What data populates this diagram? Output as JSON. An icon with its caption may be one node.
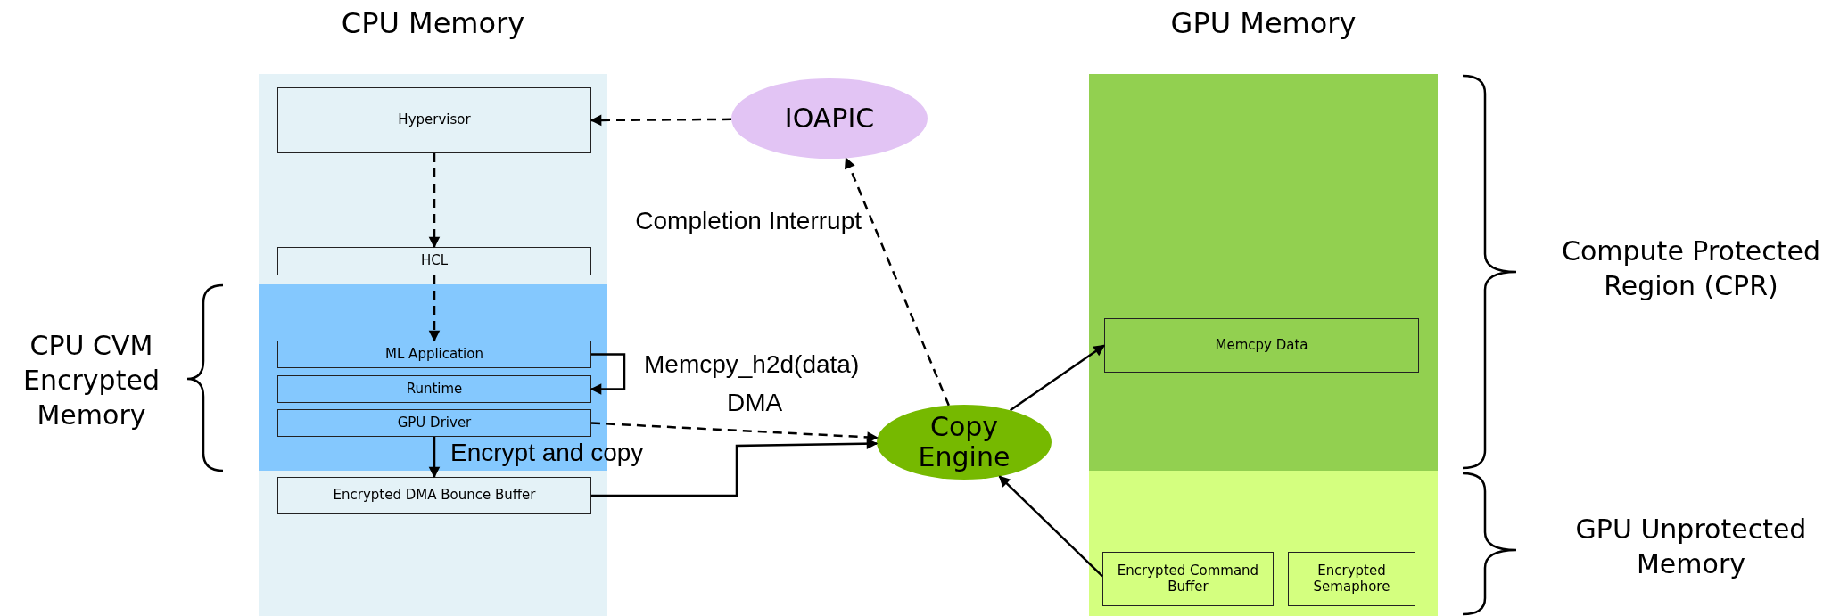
{
  "diagram": {
    "nodes": [
      {
        "text": [
          "CPU Memory"
        ]
      },
      {
        "text": [
          "Hypervisor"
        ],
        "in": 0
      },
      {
        "text": [
          "HCL"
        ],
        "in": 0
      },
      {
        "text": [],
        "shape": "box",
        "in": 0
      },
      {
        "text": [
          "ML Application"
        ],
        "in": 3
      },
      {
        "text": [
          "Runtime"
        ],
        "in": 3
      },
      {
        "text": [
          "GPU Driver"
        ],
        "in": 3
      },
      {
        "text": [
          "Encrypted DMA Bounce Buffer"
        ],
        "in": 0
      },
      {
        "text": [
          "IOAPIC"
        ]
      },
      {
        "text": [
          "Copy Engine"
        ]
      },
      {
        "text": [
          "GPU Memory"
        ]
      },
      {
        "text": [],
        "shape": "box",
        "in": 10
      },
      {
        "text": [
          "Memcpy Data"
        ],
        "in": 11
      },
      {
        "text": [],
        "shape": "box",
        "in": 10
      },
      {
        "text": [
          "Encrypted Command Buffer"
        ],
        "in": 13
      },
      {
        "text": [
          "Encrypted Semaphore"
        ],
        "in": 13
      }
    ],
    "edges": [
      {
        "from": 8,
        "to": 1,
        "arrow": "to",
        "style": "dashed"
      },
      {
        "from": 1,
        "to": 2,
        "arrow": "to",
        "style": "dashed"
      },
      {
        "from": 2,
        "to": 4,
        "arrow": "to",
        "style": "dashed"
      },
      {
        "from": 4,
        "to": 5,
        "arrow": "to",
        "label": "Memcpy_h2d(data)"
      },
      {
        "from": 6,
        "to": 9,
        "arrow": "to",
        "style": "dashed",
        "label": "DMA"
      },
      {
        "from": 6,
        "to": 7,
        "arrow": "to",
        "label": "Encrypt and copy"
      },
      {
        "from": 7,
        "to": 9,
        "arrow": "to"
      },
      {
        "from": 9,
        "to": 8,
        "arrow": "to",
        "style": "dashed",
        "label": "Completion Interrupt"
      },
      {
        "from": 9,
        "to": 12,
        "arrow": "to"
      },
      {
        "from": 14,
        "to": 9,
        "arrow": "to"
      }
    ],
    "labels": [
      "Compute Protected Region (CPR)",
      "CPU CVM Encrypted Memory",
      "GPU Unprotected Memory"
    ]
  }
}
